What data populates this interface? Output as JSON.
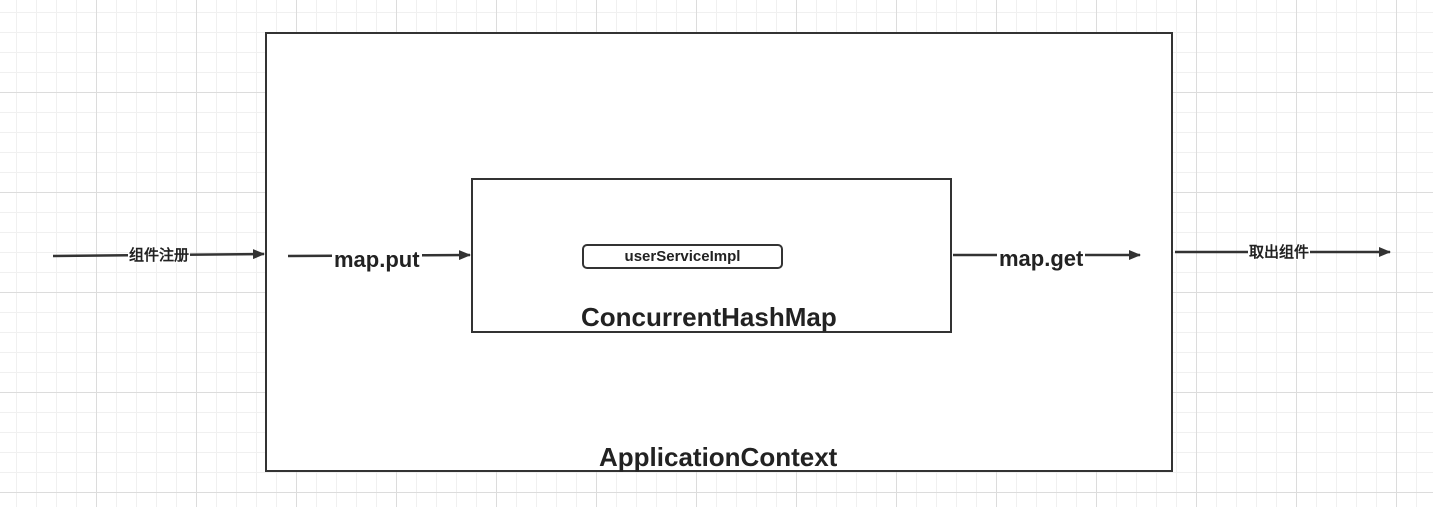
{
  "diagram": {
    "containers": {
      "outer": {
        "label": "ApplicationContext"
      },
      "inner": {
        "label": "ConcurrentHashMap"
      }
    },
    "entry": {
      "label": "userServiceImpl"
    },
    "edges": {
      "register": {
        "label": "组件注册"
      },
      "put": {
        "label": "map.put"
      },
      "get": {
        "label": "map.get"
      },
      "retrieve": {
        "label": "取出组件"
      }
    },
    "colors": {
      "stroke": "#333333",
      "text": "#222222",
      "grid": "#dcdcdc"
    }
  }
}
